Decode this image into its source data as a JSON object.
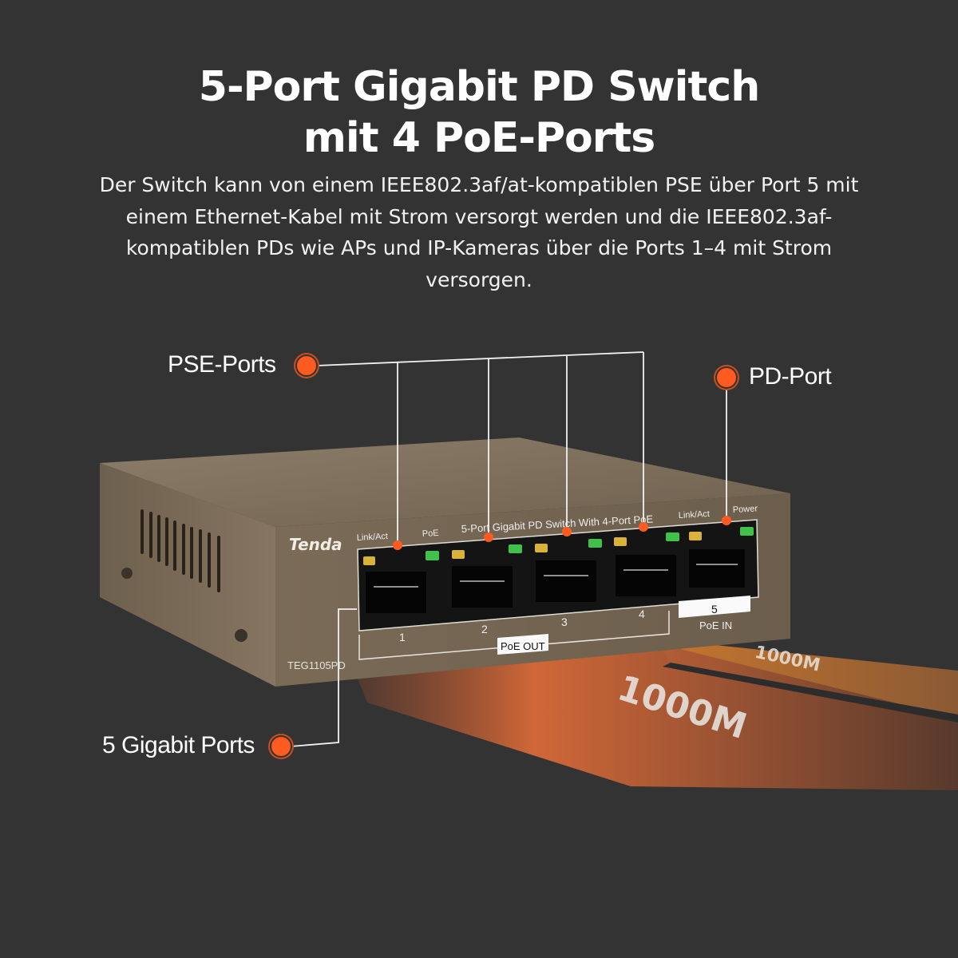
{
  "header": {
    "title_line1": "5-Port Gigabit PD Switch",
    "title_line2": "mit 4 PoE-Ports",
    "description": "Der Switch kann von einem IEEE802.3af/at-kompatiblen PSE über Port 5 mit einem Ethernet-Kabel mit Strom versorgt werden und die IEEE802.3af-kompatiblen PDs wie APs und IP-Kameras über die Ports 1–4 mit Strom versorgen."
  },
  "callouts": {
    "pse_ports": "PSE-Ports",
    "pd_port": "PD-Port",
    "gigabit_ports": "5 Gigabit Ports"
  },
  "device": {
    "brand": "Tenda",
    "model": "TEG1105PD",
    "panel_title": "5-Port Gigabit PD Switch With 4-Port PoE",
    "led_link_act": "Link/Act",
    "led_poe": "PoE",
    "led_link_act_2": "Link/Act",
    "led_power": "Power",
    "ports": [
      "1",
      "2",
      "3",
      "4"
    ],
    "port5": "5",
    "poe_in": "PoE IN",
    "poe_out": "PoE OUT"
  },
  "floor": {
    "speed_big": "1000M",
    "speed_small": "1000M"
  },
  "colors": {
    "background": "#333333",
    "accent": "#ff5a1f",
    "chassis": "#7a6a55",
    "led_amber": "#d9b23a",
    "led_green": "#3fc14a"
  }
}
